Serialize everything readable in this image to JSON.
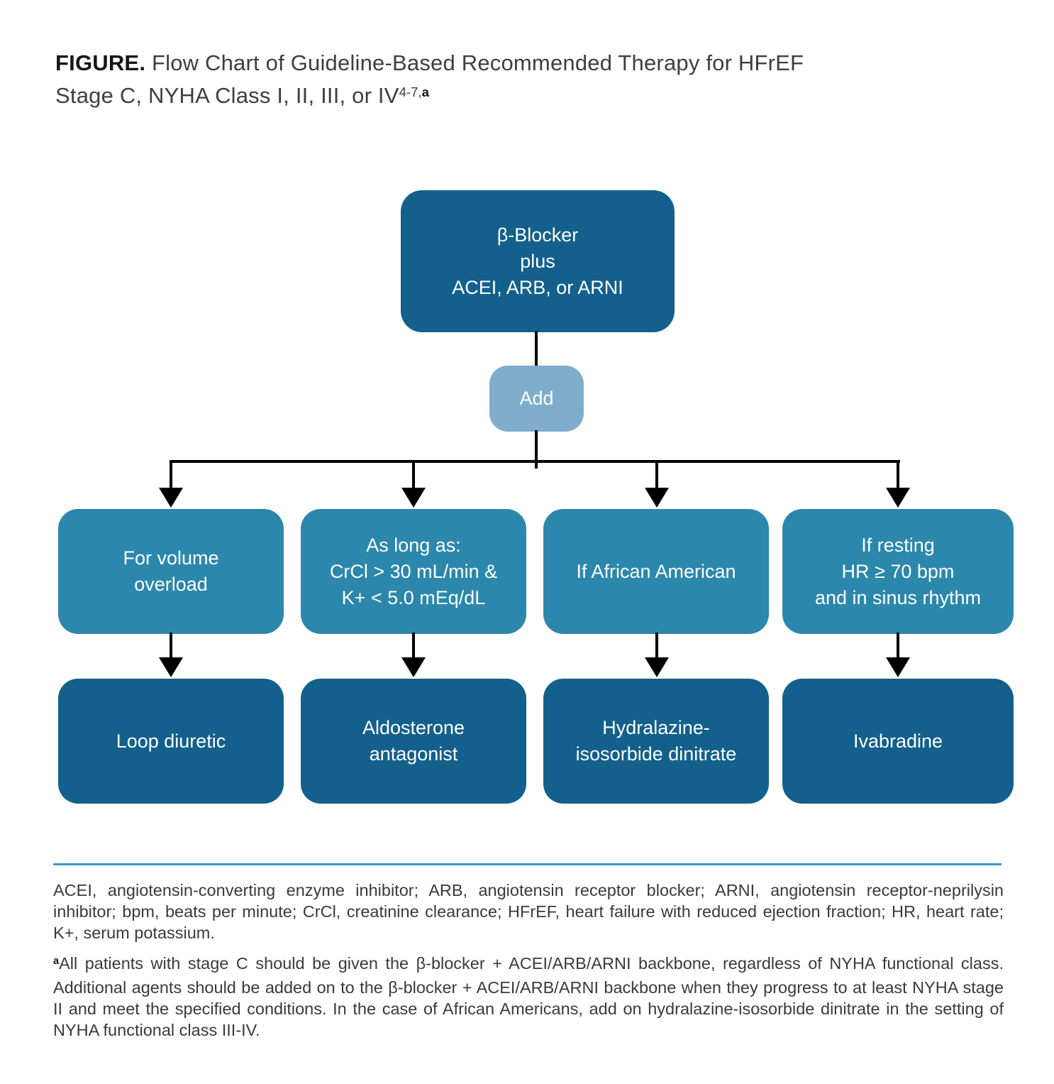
{
  "figure": {
    "label": "FIGURE.",
    "title_line1": "Flow Chart of Guideline-Based Recommended Therapy for HFrEF",
    "title_line2": "Stage C, NYHA Class I, II, III, or IV",
    "title_superscript_refs": "4-7,",
    "title_superscript_note": "a"
  },
  "flowchart": {
    "root_box": {
      "lines": [
        "β-Blocker",
        "plus",
        "ACEI, ARB, or ARNI"
      ]
    },
    "add_box": {
      "label": "Add"
    },
    "branches": [
      {
        "condition_lines": [
          "For volume",
          "overload"
        ],
        "therapy_lines": [
          "Loop diuretic"
        ]
      },
      {
        "condition_lines": [
          "As long as:",
          "CrCl > 30 mL/min &",
          "K+ < 5.0 mEq/dL"
        ],
        "therapy_lines": [
          "Aldosterone",
          "antagonist"
        ]
      },
      {
        "condition_lines": [
          "If African American"
        ],
        "therapy_lines": [
          "Hydralazine-",
          "isosorbide dinitrate"
        ]
      },
      {
        "condition_lines": [
          "If resting",
          "HR ≥ 70 bpm",
          "and in sinus rhythm"
        ],
        "therapy_lines": [
          "Ivabradine"
        ]
      }
    ]
  },
  "footnotes": {
    "abbreviations": "ACEI, angiotensin-converting enzyme inhibitor; ARB, angiotensin receptor blocker; ARNI, angiotensin receptor-neprilysin inhibitor; bpm, beats per minute; CrCl, creatinine clearance; HFrEF, heart failure with reduced ejection fraction; HR, heart rate; K+, serum potassium.",
    "note_marker": "a",
    "note_text": "All patients with stage C should be given the β-blocker + ACEI/ARB/ARNI backbone, regardless of NYHA functional class. Additional agents should be added on to the β-blocker + ACEI/ARB/ARNI backbone when they progress to at least NYHA stage II and meet the specified conditions. In the case of African Americans, add on hydralazine-isosorbide dinitrate in the setting of NYHA functional class III-IV."
  },
  "colors": {
    "primary_dark": "#13608C",
    "secondary_teal": "#2C87AC",
    "accent_light": "#7FADCB",
    "divider_blue": "#3E96C9",
    "connector": "#000000",
    "title_text": "#3E3E3E",
    "body_text": "#3A3A3A"
  }
}
